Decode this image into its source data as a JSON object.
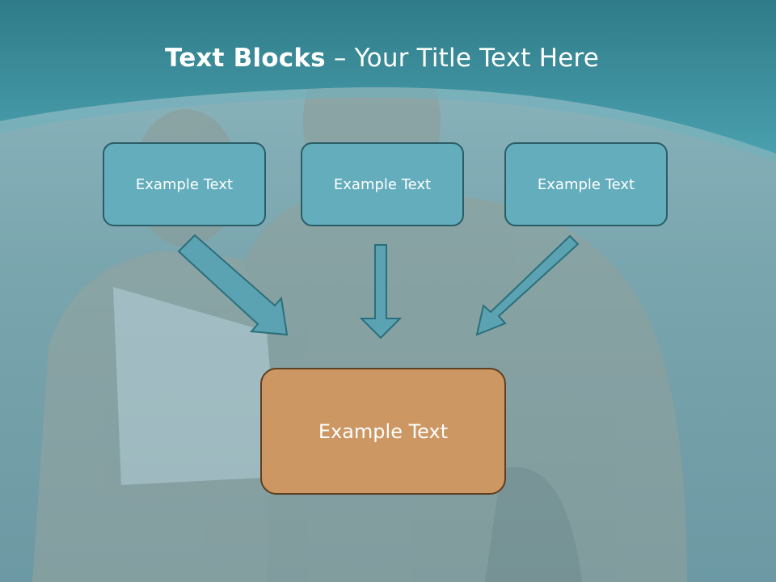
{
  "slide": {
    "title_bold": "Text Blocks",
    "title_rest": " – Your Title Text Here"
  },
  "blocks": {
    "left": "Example Text",
    "middle": "Example Text",
    "right": "Example Text",
    "center": "Example Text"
  },
  "colors": {
    "block_fill": "#63adbd",
    "center_fill": "#cc9763",
    "arrow_fill": "#5ba3b3",
    "header_band": "#3f8e9c"
  }
}
